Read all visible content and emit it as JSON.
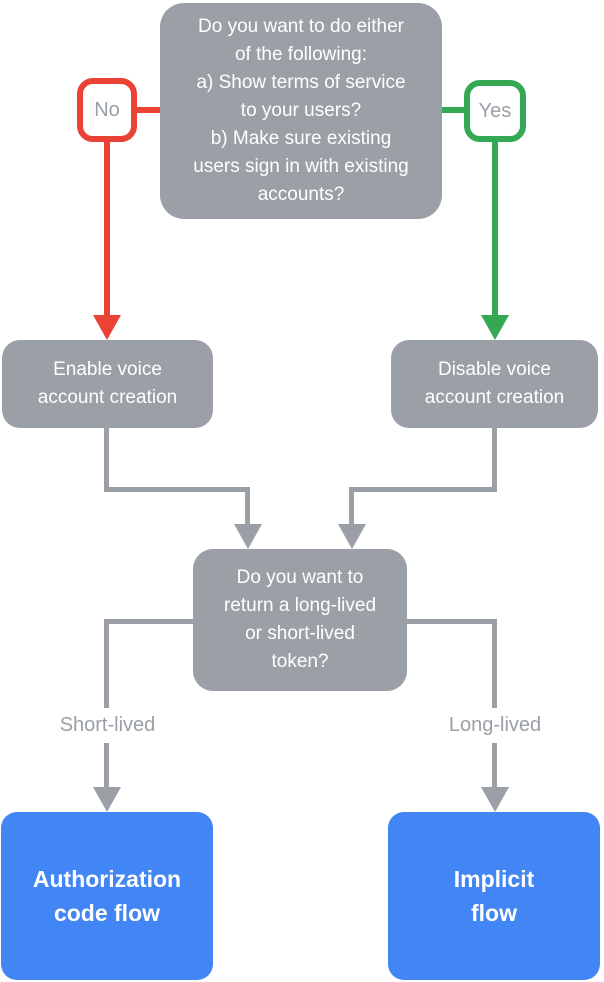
{
  "colors": {
    "node_gray": "#9AA0A6",
    "branch_red": "#EA4335",
    "branch_green": "#34A853",
    "terminal_blue": "#4285F4",
    "label_text_gray": "#9AA0A6",
    "background": "#FFFFFF",
    "node_text": "#FFFFFF"
  },
  "flowchart": {
    "top_question": "Do you want to do either\nof the following:\na) Show terms of service\nto your users?\nb) Make sure existing\nusers sign in with existing\naccounts?",
    "no_label": "No",
    "yes_label": "Yes",
    "enable_node": "Enable voice\naccount creation",
    "disable_node": "Disable voice\naccount creation",
    "token_question": "Do you want to\nreturn a long-lived\nor short-lived\ntoken?",
    "short_lived_label": "Short-lived",
    "long_lived_label": "Long-lived",
    "auth_code_node": "Authorization\ncode flow",
    "implicit_node": "Implicit\nflow"
  }
}
